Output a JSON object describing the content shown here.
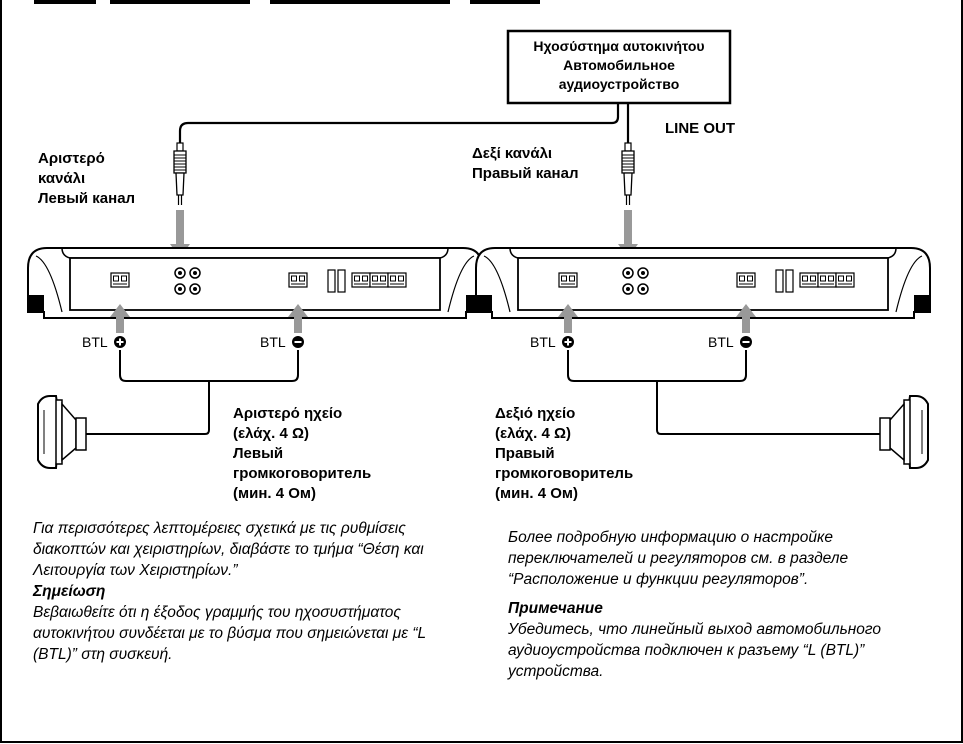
{
  "source_unit": {
    "lines": [
      "Ηχοσύστημα αυτοκινήτου",
      "Автомобильное",
      "аудиоустройство"
    ]
  },
  "line_out_label": "LINE OUT",
  "left_channel": {
    "lines": [
      "Αριστερό",
      "κανάλι",
      "Левый канал"
    ]
  },
  "right_channel": {
    "lines": [
      "Δεξί κανάλι",
      "Правый канал"
    ]
  },
  "btl_plus_label": "BTL",
  "btl_minus_label": "BTL",
  "left_speaker": {
    "lines": [
      "Αριστερό ηχείο",
      "(ελάχ. 4 Ω)",
      "Левый",
      "громкоговоритель",
      "(мин. 4 Ом)"
    ]
  },
  "right_speaker": {
    "lines": [
      "Δεξιό ηχείο",
      "(ελάχ. 4 Ω)",
      "Правый",
      "громкоговоритель",
      "(мин. 4 Ом)"
    ]
  },
  "notes_greek": {
    "intro": "Για περισσότερες λεπτομέρειες σχετικά με τις ρυθμίσεις διακοπτών και χειριστηρίων, διαβάστε το τμήμα “Θέση και Λειτουργία των Χειριστηρίων.”",
    "heading": "Σημείωση",
    "body": "Βεβαιωθείτε ότι η έξοδος γραμμής του ηχοσυστήματος αυτοκινήτου συνδέεται με το βύσμα που σημειώνεται με “L (BTL)” στη συσκευή."
  },
  "notes_russian": {
    "intro": "Более подробную информацию о настройке переключателей и регуляторов см. в разделе “Расположение и функции регуляторов”.",
    "heading": "Примечание",
    "body": "Убедитесь, что линейный выход автомобильного аудиоустройства подключен к разъему “L (BTL)” устройства."
  },
  "colors": {
    "line": "#000000",
    "arrow": "#999999",
    "amp_fill": "#ffffff"
  }
}
